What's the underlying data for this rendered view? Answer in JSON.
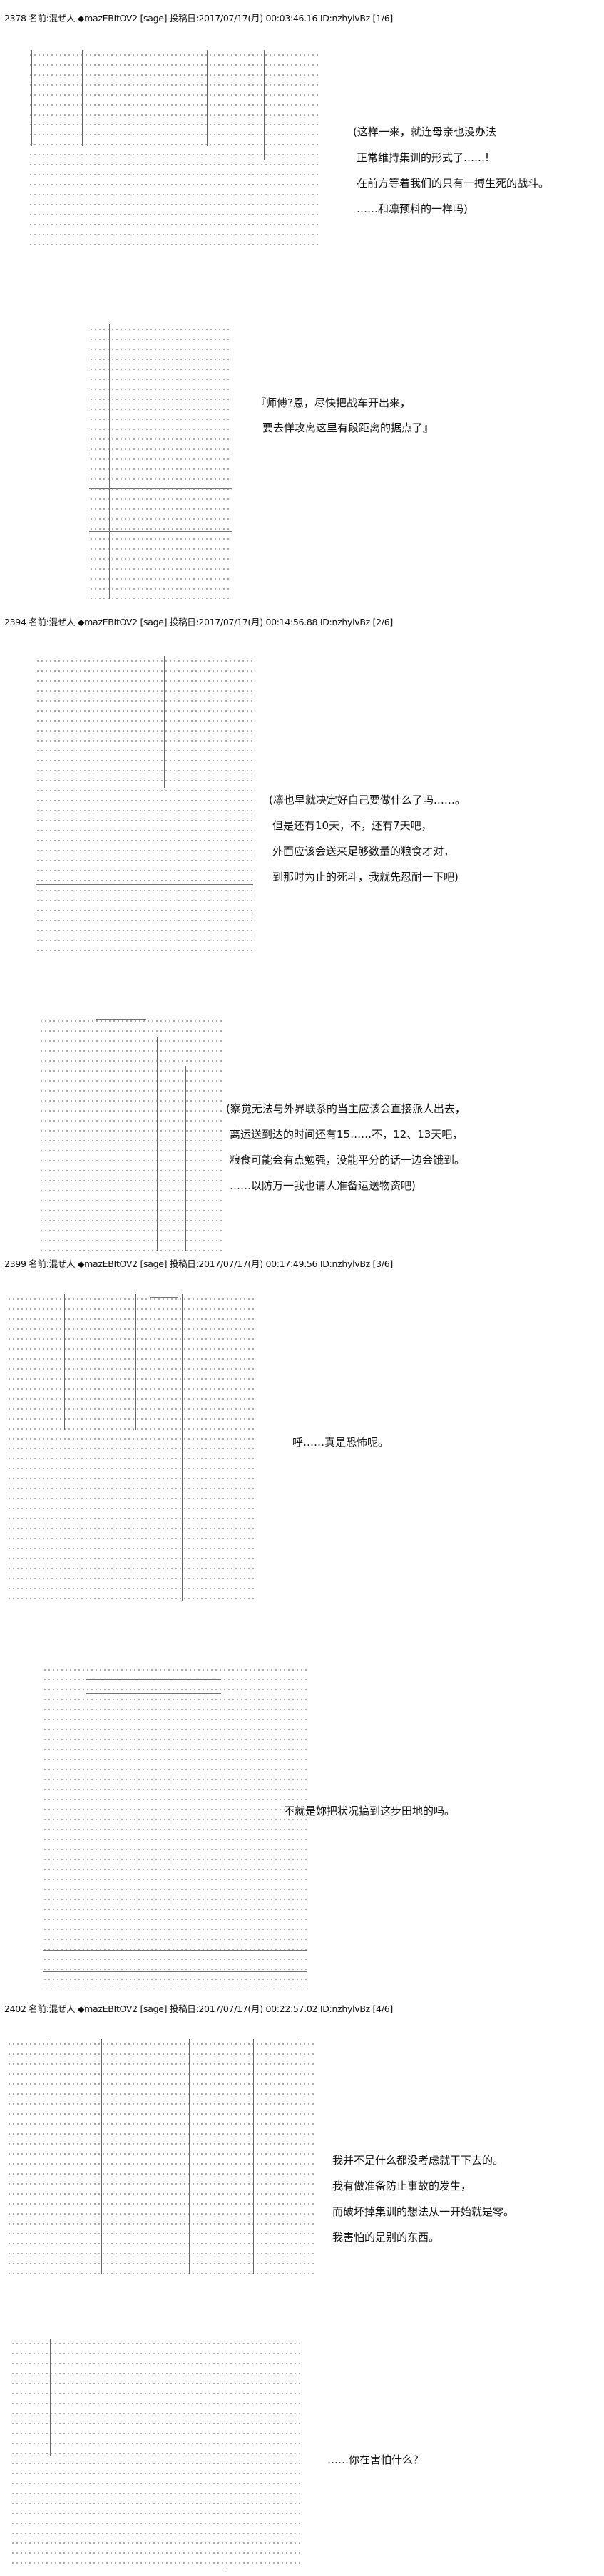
{
  "posts": [
    {
      "header": "2378 名前:混ぜ人 ◆mazEBItOV2 [sage] 投稿日:2017/07/17(月) 00:03:46.16 ID:nzhylvBz [1/6]"
    },
    {
      "header": "2394 名前:混ぜ人 ◆mazEBItOV2 [sage] 投稿日:2017/07/17(月) 00:14:56.88 ID:nzhylvBz [2/6]"
    },
    {
      "header": "2399 名前:混ぜ人 ◆mazEBItOV2 [sage] 投稿日:2017/07/17(月) 00:17:49.56 ID:nzhylvBz [3/6]"
    },
    {
      "header": "2402 名前:混ぜ人 ◆mazEBItOV2 [sage] 投稿日:2017/07/17(月) 00:22:57.02 ID:nzhylvBz [4/6]"
    }
  ],
  "dialogues": [
    [
      "(这样一来，就连母亲也没办法",
      "正常维持集训的形式了……!",
      "在前方等着我们的只有一搏生死的战斗。",
      "……和凛预料的一样吗)"
    ],
    [
      "『师傅?恩，尽快把战车开出来，",
      "要去佯攻离这里有段距离的据点了』"
    ],
    [
      "(凛也早就决定好自己要做什么了吗……。",
      "但是还有10天，不，还有7天吧，",
      "外面应该会送来足够数量的粮食才对，",
      "到那时为止的死斗，我就先忍耐一下吧)"
    ],
    [
      "(察觉无法与外界联系的当主应该会直接派人出去，",
      "离运送到达的时间还有15……不，12、13天吧，",
      "粮食可能会有点勉强，没能平分的话一边会饿到。",
      "……以防万一我也请人准备运送物资吧)"
    ],
    [
      "呼……真是恐怖呢。"
    ],
    [
      "不就是妳把状况搞到这步田地的吗。"
    ],
    [
      "我并不是什么都没考虑就干下去的。",
      "我有做准备防止事故的发生，",
      "而破坏掉集训的想法从一开始就是零。",
      "我害怕的是别的东西。"
    ],
    [
      "……你在害怕什么？"
    ]
  ]
}
